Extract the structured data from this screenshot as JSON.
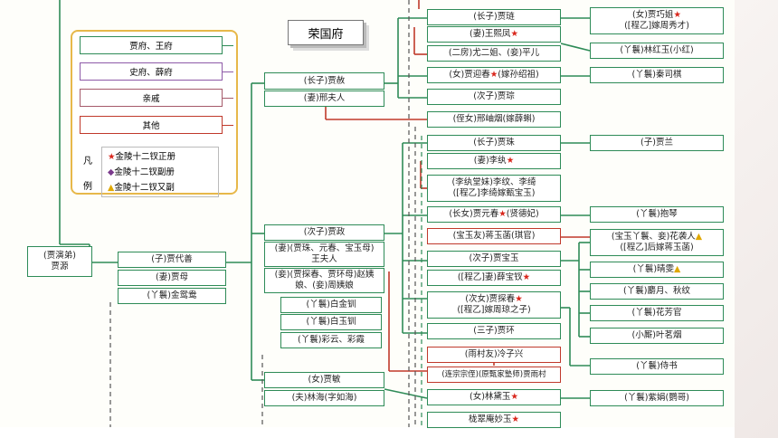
{
  "title": "荣国府",
  "legend": {
    "items": [
      "贾府、王府",
      "史府、薛府",
      "亲戚",
      "其他"
    ],
    "fanli": "凡 例",
    "marks": [
      {
        "symbol": "★",
        "label": "金陵十二钗正册"
      },
      {
        "symbol": "◆",
        "label": "金陵十二钗副册"
      },
      {
        "symbol": "▲",
        "label": "金陵十二钗又副"
      }
    ]
  },
  "nodes": {
    "jiayan": "(贾演弟)\n贾源",
    "daishan": "(子)贾代善",
    "jiamu": "(妻)贾母",
    "yuanyang": "(丫鬟)金鸳鸯",
    "jiashe": "(长子)贾赦",
    "xingfuren": "(妻)邢夫人",
    "jiazheng": "(次子)贾政",
    "wangfuren": "(妻)(贾珠、元春、宝玉母)\n王夫人",
    "zhaoyiniang": "(妾)(贾探春、贾环母)赵姨\n娘、(妾)周姨娘",
    "baijinchuan": "(丫鬟)白金钏",
    "baiyuchuan": "(丫鬟)白玉钏",
    "caiyun": "(丫鬟)彩云、彩霞",
    "jiamin": "(女)贾敏",
    "linruhai": "(夫)林海(字如海)",
    "jialian": "(长子)贾琏",
    "wangxifeng": "(妻)王熙凤",
    "youerjie": "(二房)尤二姐、(妾)平儿",
    "yingchun": "(女)贾迎春",
    "yingchun_suffix": "(嫁孙绍祖)",
    "jiacong": "(次子)贾琮",
    "xingxiuyan": "(侄女)邢岫烟(嫁薛蝌)",
    "qiaojie": "(女)贾巧姐",
    "qiaojie2": "([程乙]嫁周秀才)",
    "xiaohong": "(丫鬟)林红玉(小红)",
    "siqi": "(丫鬟)秦司棋",
    "jiazhu": "(长子)贾珠",
    "liwan": "(妻)李纨",
    "liwen": "(李纨堂妹)李纹、李绮\n([程乙]李绮嫁甄宝玉)",
    "jialan": "(子)贾兰",
    "yuanchun": "(长女)贾元春",
    "yuanchun_suffix": "(贤德妃)",
    "baoqin": "(丫鬟)抱琴",
    "jiangyuhan": "(宝玉友)蒋玉菡(琪官)",
    "xiren": "(宝玉丫鬟、妾)花袭人",
    "xiren2": "([程乙]后嫁蒋玉菡)",
    "baoyu": "(次子)贾宝玉",
    "baochai": "([程乙]妻)薛宝钗",
    "qingwen": "(丫鬟)晴雯",
    "sheyue": "(丫鬟)麝月、秋纹",
    "tanchun": "(次女)贾探春",
    "tanchun2": "([程乙]嫁周琼之子)",
    "fangguan": "(丫鬟)花芳官",
    "jiahuan": "(三子)贾环",
    "mingyan": "(小厮)叶茗烟",
    "lengzixing": "(雨村友)冷子兴",
    "jiayucun": "(连宗宗侄)(原甄家塾师)贾雨村",
    "shishu": "(丫鬟)侍书",
    "daiyu": "(女)林黛玉",
    "zijuan": "(丫鬟)紫娟(鹦哥)",
    "miaoyu": "栊翠庵妙玉"
  },
  "colors": {
    "green": "#2e8b57",
    "red": "#c0392b",
    "purple": "#8e5aa8",
    "maroon": "#a55a6a",
    "legend_border": "#e7b84a",
    "star": "#d9261c"
  }
}
